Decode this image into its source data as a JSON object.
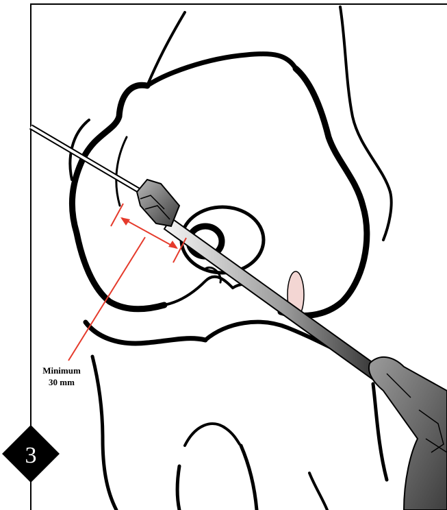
{
  "figure": {
    "step_number": "3",
    "annotation_line1": "Minimum",
    "annotation_line2": "30 mm",
    "colors": {
      "outline": "#000000",
      "annotation": "#e53a2b",
      "instrument_dark": "#2b2b2b",
      "instrument_mid": "#8a8a8a",
      "instrument_light": "#f2f2f2",
      "tissue_highlight": "#f3d6d3",
      "badge": "#000000",
      "badge_text": "#ffffff"
    },
    "icons": {
      "step_badge": "diamond-badge",
      "measurement": "double-headed-arrow"
    }
  }
}
